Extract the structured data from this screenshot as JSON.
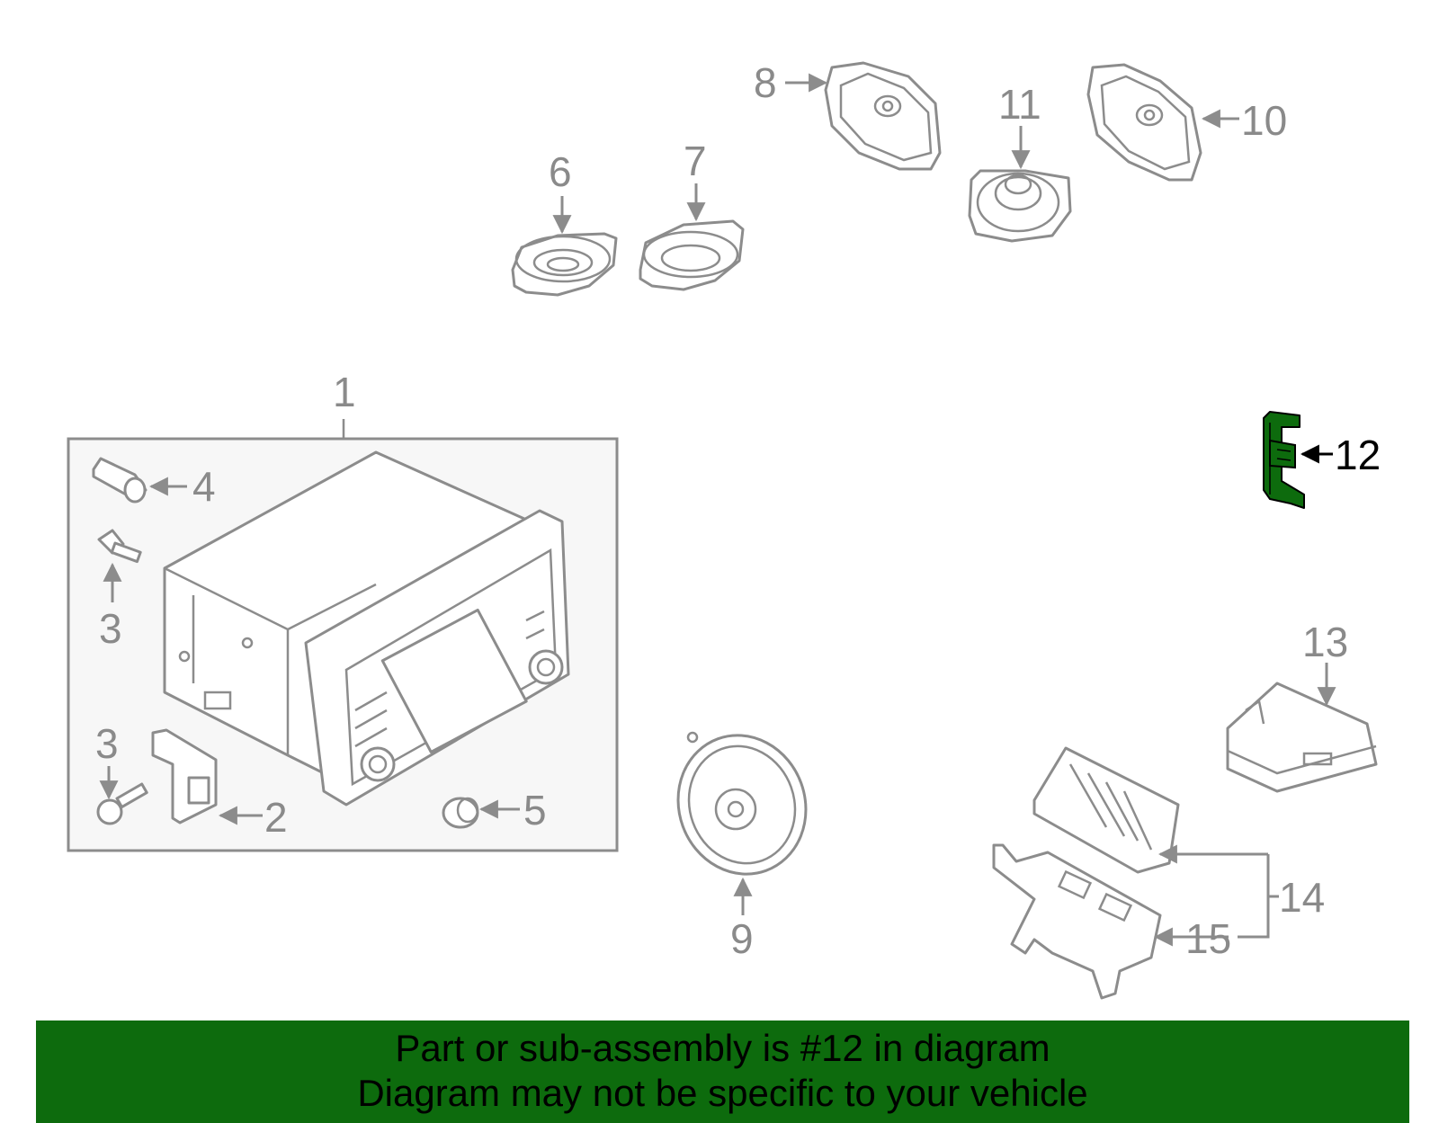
{
  "callouts": {
    "c1": "1",
    "c2": "2",
    "c3a": "3",
    "c3b": "3",
    "c4": "4",
    "c5": "5",
    "c6": "6",
    "c7": "7",
    "c8": "8",
    "c9": "9",
    "c10": "10",
    "c11": "11",
    "c12": "12",
    "c13": "13",
    "c14": "14",
    "c15": "15"
  },
  "highlight": {
    "part": "12",
    "color": "#0d6b0d"
  },
  "banner": {
    "line1": "Part or sub-assembly is #12 in diagram",
    "line2": "Diagram may not be specific to your vehicle",
    "background": "#0d6b0d"
  }
}
